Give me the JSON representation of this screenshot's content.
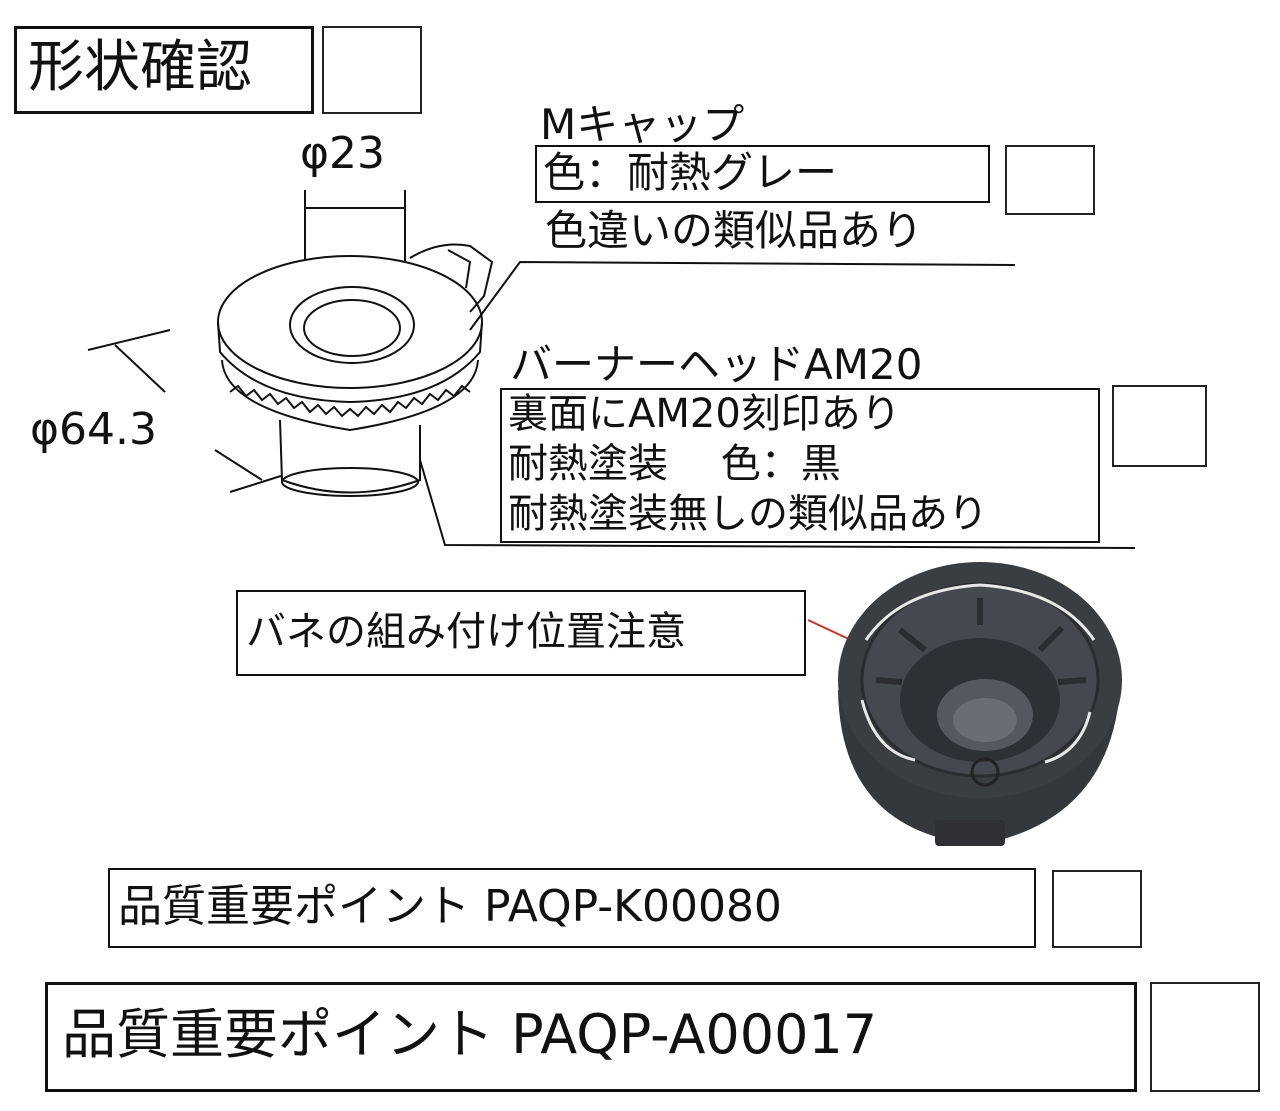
{
  "header": {
    "title": "形状確認"
  },
  "dimensions": {
    "inner_diameter": "φ23",
    "outer_diameter": "φ64.3"
  },
  "m_cap": {
    "name": "Mキャップ",
    "color_spec": "色：耐熱グレー",
    "note": "色違いの類似品あり"
  },
  "burner_head": {
    "name": "バーナーヘッドAM20",
    "lines": [
      "裏面にAM20刻印あり",
      "耐熱塗装　 色：黒",
      "耐熱塗装無しの類似品あり"
    ]
  },
  "spring_note": "バネの組み付け位置注意",
  "quality_points": [
    "品質重要ポイント PAQP-K00080",
    "品質重要ポイント PAQP-A00017"
  ],
  "colors": {
    "line": "#111111",
    "leader_red": "#c0392b",
    "part_dark": "#3a3d42"
  }
}
